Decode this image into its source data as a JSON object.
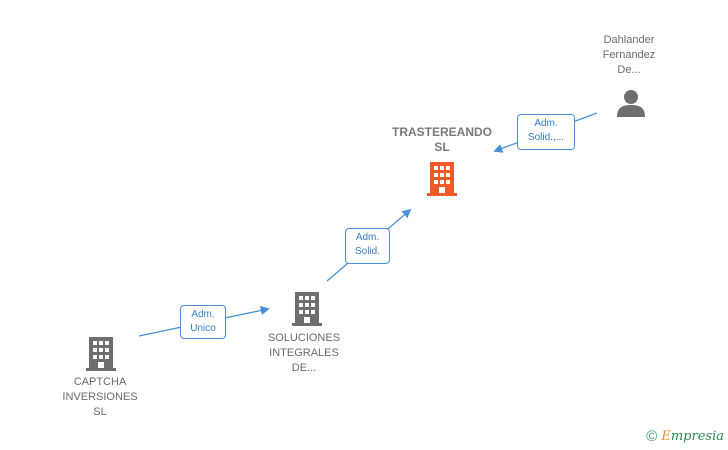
{
  "nodes": {
    "person": {
      "label": "Dahlander\nFernandez\nDe...",
      "icon": "person-icon"
    },
    "main": {
      "label": "TRASTEREANDO\nSL",
      "icon": "building-icon",
      "color": "#f05a28"
    },
    "soluciones": {
      "label": "SOLUCIONES\nINTEGRALES\nDE...",
      "icon": "building-icon",
      "color": "#6e6e6e"
    },
    "captcha": {
      "label": "CAPTCHA\nINVERSIONES\nSL",
      "icon": "building-icon",
      "color": "#6e6e6e"
    }
  },
  "edges": [
    {
      "from": "person",
      "to": "main",
      "line1": "Adm.",
      "line2": "Solid.,..."
    },
    {
      "from": "soluciones",
      "to": "main",
      "line1": "Adm.",
      "line2": "Solid."
    },
    {
      "from": "captcha",
      "to": "soluciones",
      "line1": "Adm.",
      "line2": "Unico"
    }
  ],
  "footer": {
    "copyright_symbol": "©",
    "brand_first": "E",
    "brand_rest": "mpresia"
  },
  "colors": {
    "edge": "#4a90d9",
    "highlight": "#f05a28",
    "building": "#6e6e6e"
  }
}
